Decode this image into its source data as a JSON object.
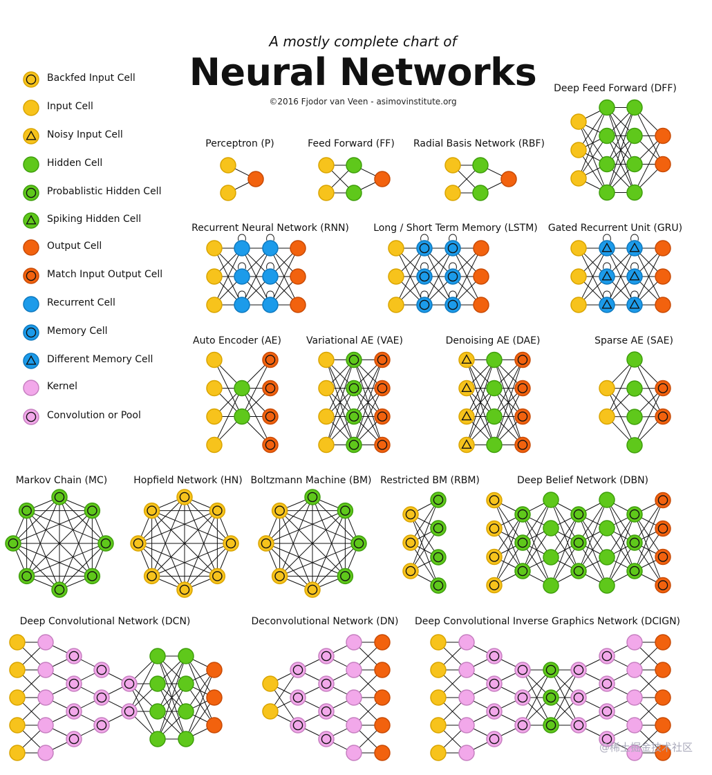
{
  "header": {
    "subtitle": "A mostly complete chart of",
    "title": "Neural Networks",
    "credit": "©2016 Fjodor van Veen - asimovinstitute.org"
  },
  "colors": {
    "yellow": "#F7C31C",
    "yellow_stroke": "#D9A400",
    "green": "#5FC81B",
    "green_stroke": "#3E9E0B",
    "orange": "#F2620E",
    "orange_stroke": "#C84A05",
    "blue": "#1C9BEA",
    "blue_stroke": "#0D78BE",
    "pink": "#F2A8EA",
    "pink_stroke": "#C67FC0",
    "line": "#111111"
  },
  "legend": [
    {
      "label": "Backfed Input Cell",
      "icon": "backfed-input-cell-icon"
    },
    {
      "label": "Input Cell",
      "icon": "input-cell-icon"
    },
    {
      "label": "Noisy Input Cell",
      "icon": "noisy-input-cell-icon"
    },
    {
      "label": "Hidden Cell",
      "icon": "hidden-cell-icon"
    },
    {
      "label": "Probablistic Hidden Cell",
      "icon": "probablistic-hidden-cell-icon"
    },
    {
      "label": "Spiking Hidden Cell",
      "icon": "spiking-hidden-cell-icon"
    },
    {
      "label": "Output Cell",
      "icon": "output-cell-icon"
    },
    {
      "label": "Match Input Output Cell",
      "icon": "match-input-output-cell-icon"
    },
    {
      "label": "Recurrent Cell",
      "icon": "recurrent-cell-icon"
    },
    {
      "label": "Memory Cell",
      "icon": "memory-cell-icon"
    },
    {
      "label": "Different Memory Cell",
      "icon": "different-memory-cell-icon"
    },
    {
      "label": "Kernel",
      "icon": "kernel-icon"
    },
    {
      "label": "Convolution or Pool",
      "icon": "convolution-or-pool-icon"
    }
  ],
  "networks": [
    {
      "id": "dff",
      "label": "Deep Feed Forward (DFF)"
    },
    {
      "id": "p",
      "label": "Perceptron (P)"
    },
    {
      "id": "ff",
      "label": "Feed Forward (FF)"
    },
    {
      "id": "rbf",
      "label": "Radial Basis Network (RBF)"
    },
    {
      "id": "rnn",
      "label": "Recurrent Neural Network (RNN)"
    },
    {
      "id": "lstm",
      "label": "Long / Short Term Memory (LSTM)"
    },
    {
      "id": "gru",
      "label": "Gated Recurrent Unit (GRU)"
    },
    {
      "id": "ae",
      "label": "Auto Encoder (AE)"
    },
    {
      "id": "vae",
      "label": "Variational AE (VAE)"
    },
    {
      "id": "dae",
      "label": "Denoising AE (DAE)"
    },
    {
      "id": "sae",
      "label": "Sparse AE (SAE)"
    },
    {
      "id": "mc",
      "label": "Markov Chain (MC)"
    },
    {
      "id": "hn",
      "label": "Hopfield Network (HN)"
    },
    {
      "id": "bm",
      "label": "Boltzmann Machine (BM)"
    },
    {
      "id": "rbm",
      "label": "Restricted BM (RBM)"
    },
    {
      "id": "dbn",
      "label": "Deep Belief Network (DBN)"
    },
    {
      "id": "dcn",
      "label": "Deep Convolutional Network (DCN)"
    },
    {
      "id": "dn",
      "label": "Deconvolutional Network (DN)"
    },
    {
      "id": "dcign",
      "label": "Deep Convolutional Inverse Graphics Network (DCIGN)"
    }
  ],
  "watermark": "@稀土掘金技术社区"
}
